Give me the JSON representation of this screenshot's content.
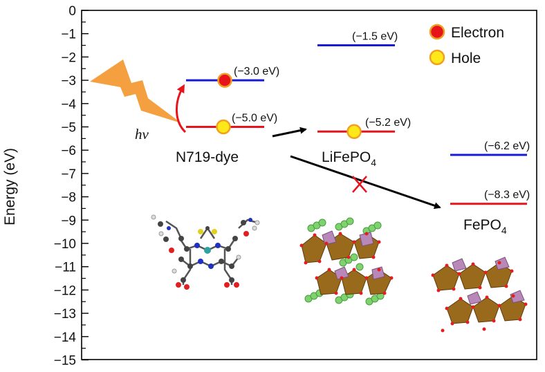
{
  "axis": {
    "ylabel": "Energy (eV)",
    "ymin": -15,
    "ymax": 0,
    "tick_labels": [
      "0",
      "−1",
      "−2",
      "−3",
      "−4",
      "−5",
      "−6",
      "−7",
      "−8",
      "−9",
      "−10",
      "−11",
      "−12",
      "−13",
      "−14",
      "−15"
    ]
  },
  "legend": [
    {
      "label": "Electron",
      "color": "#e8141c"
    },
    {
      "label": "Hole",
      "color": "#ffe81a"
    }
  ],
  "photon_label": "hν",
  "levels": [
    {
      "material": "N719-dye",
      "kind": "LUMO",
      "energy": -3.0,
      "label": "(−3.0 eV)",
      "color": "#1a1ad6"
    },
    {
      "material": "N719-dye",
      "kind": "HOMO",
      "energy": -5.0,
      "label": "(−5.0 eV)",
      "color": "#e8141c"
    },
    {
      "material": "LiFePO4",
      "kind": "CBM",
      "energy": -1.5,
      "label": "(−1.5 eV)",
      "color": "#1a1ad6"
    },
    {
      "material": "LiFePO4",
      "kind": "VBM",
      "energy": -5.2,
      "label": "(−5.2 eV)",
      "color": "#e8141c"
    },
    {
      "material": "FePO4",
      "kind": "CBM",
      "energy": -6.2,
      "label": "(−6.2 eV)",
      "color": "#1a1ad6"
    },
    {
      "material": "FePO4",
      "kind": "VBM",
      "energy": -8.3,
      "label": "(−8.3 eV)",
      "color": "#e8141c"
    }
  ],
  "materials": {
    "dye": "N719-dye",
    "lfp_main": "LiFePO",
    "lfp_sub": "4",
    "fp_main": "FePO",
    "fp_sub": "4"
  },
  "colors": {
    "electron": "#e8141c",
    "hole": "#ffe81a",
    "lumo": "#1a1ad6",
    "homo": "#e8141c",
    "lightning": "#f5a040",
    "octahedron": "#9a6a1c",
    "tetrahedron": "#b888b8",
    "lithium": "#7ed36e",
    "oxygen": "#e02020"
  }
}
